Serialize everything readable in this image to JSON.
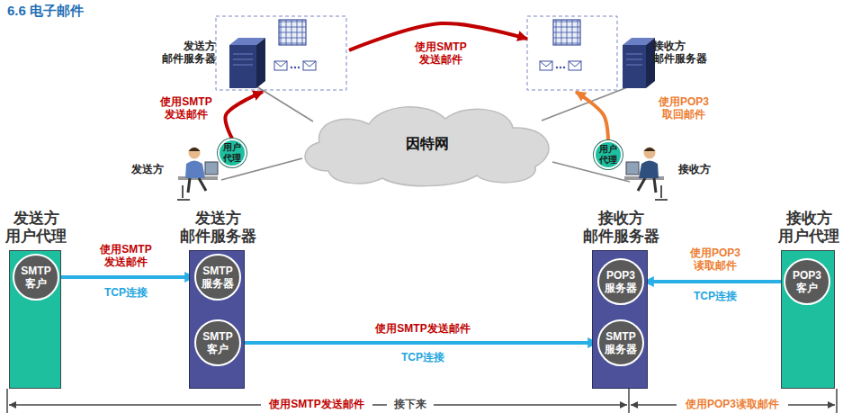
{
  "diagram": {
    "title": "6.6 电子邮件",
    "nodes": [
      {
        "text": [
          "发送方 邮件服务器"
        ]
      },
      {
        "text": [
          "接收方 邮件服务器"
        ]
      },
      {
        "text": [
          "因特网"
        ]
      },
      {
        "text": [
          "用户代理"
        ]
      },
      {
        "text": [
          "用户代理"
        ]
      },
      {
        "text": [
          "发送方 用户代理"
        ]
      },
      {
        "text": [
          "SMTP 客户"
        ],
        "in": 5
      },
      {
        "text": [
          "发送方 邮件服务器"
        ]
      },
      {
        "text": [
          "SMTP 服务器"
        ],
        "in": 7
      },
      {
        "text": [
          "SMTP 客户"
        ],
        "in": 7
      },
      {
        "text": [
          "接收方 邮件服务器"
        ]
      },
      {
        "text": [
          "POP3 服务器"
        ],
        "in": 10
      },
      {
        "text": [
          "SMTP 服务器"
        ],
        "in": 10
      },
      {
        "text": [
          "接收方 用户代理"
        ]
      },
      {
        "text": [
          "POP3 客户"
        ],
        "in": 13
      }
    ],
    "edges": [
      {
        "from": 3,
        "to": 0,
        "arrow": "to",
        "label": "使用SMTP 发送邮件"
      },
      {
        "from": 0,
        "to": 1,
        "arrow": "to",
        "label": "使用SMTP 发送邮件"
      },
      {
        "from": 4,
        "to": 1,
        "arrow": "to",
        "label": "使用POP3 取回邮件"
      },
      {
        "from": 6,
        "to": 8,
        "arrow": "to",
        "label": "使用SMTP 发送邮件"
      },
      {
        "from": 9,
        "to": 12,
        "arrow": "to",
        "label": "使用SMTP发送邮件"
      },
      {
        "from": 14,
        "to": 11,
        "arrow": "to",
        "label": "使用POP3 读取邮件"
      }
    ],
    "labels": [
      "发送方",
      "接收方",
      "TCP连接",
      "TCP连接",
      "TCP连接",
      "使用SMTP发送邮件",
      "使用POP3读取邮件",
      "接下来"
    ]
  }
}
